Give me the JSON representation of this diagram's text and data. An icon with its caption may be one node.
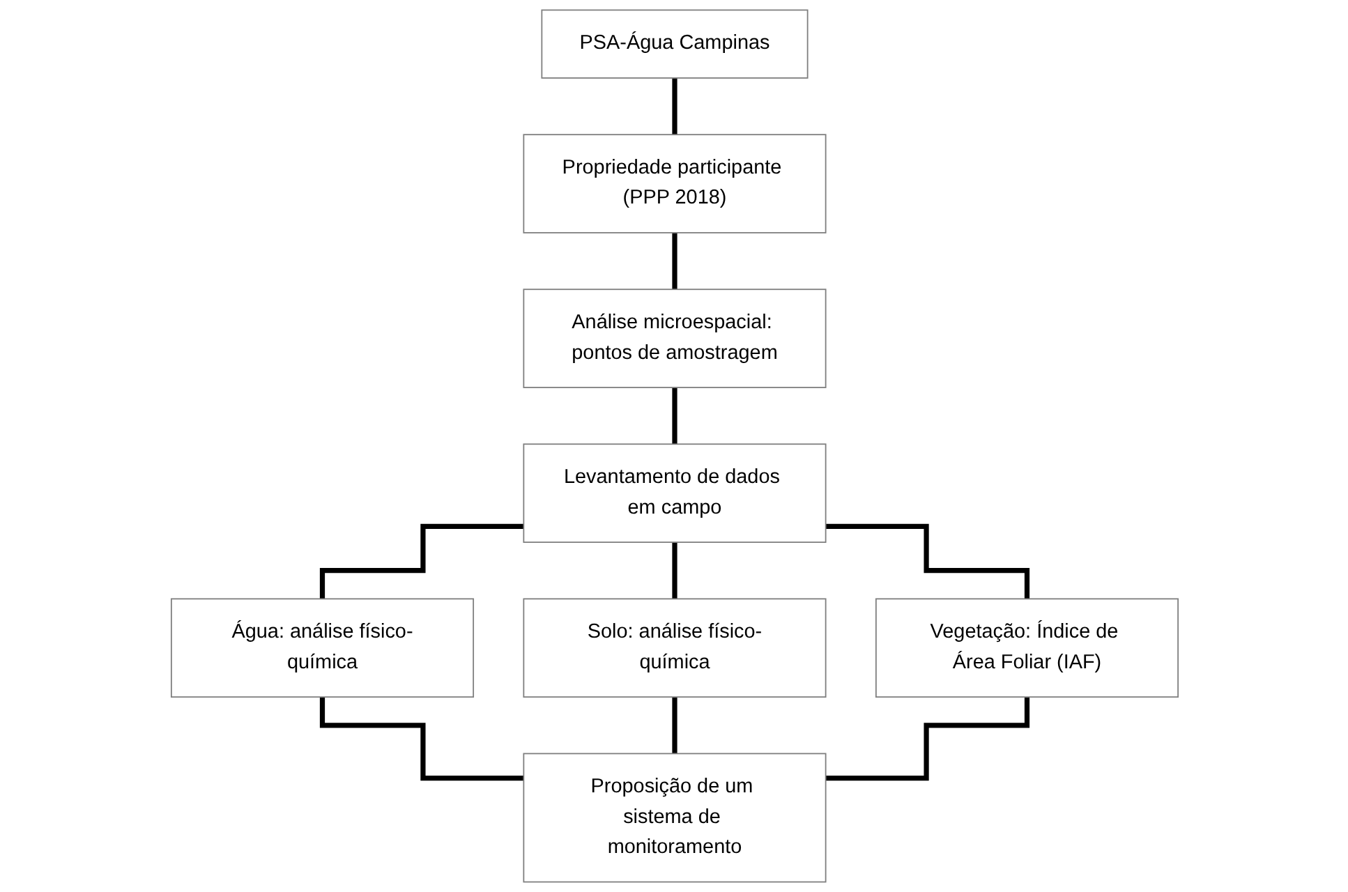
{
  "diagram": {
    "nodes": [
      {
        "text": [
          "PSA-Água Campinas"
        ]
      },
      {
        "text": [
          "Propriedade participante (PPP 2018)"
        ]
      },
      {
        "text": [
          "Análise microespacial: pontos de amostragem"
        ]
      },
      {
        "text": [
          "Levantamento de dados em campo"
        ]
      },
      {
        "text": [
          "Água: análise físico-química"
        ]
      },
      {
        "text": [
          "Solo: análise físico-química"
        ]
      },
      {
        "text": [
          "Vegetação: Índice de Área Foliar (IAF)"
        ]
      },
      {
        "text": [
          "Proposição de um sistema de monitoramento"
        ]
      }
    ],
    "edges": [
      {
        "from": 0,
        "to": 1,
        "arrow": "none"
      },
      {
        "from": 1,
        "to": 2,
        "arrow": "none"
      },
      {
        "from": 2,
        "to": 3,
        "arrow": "none"
      },
      {
        "from": 3,
        "to": 4,
        "arrow": "none"
      },
      {
        "from": 3,
        "to": 5,
        "arrow": "none"
      },
      {
        "from": 3,
        "to": 6,
        "arrow": "none"
      },
      {
        "from": 4,
        "to": 7,
        "arrow": "none"
      },
      {
        "from": 5,
        "to": 7,
        "arrow": "none"
      },
      {
        "from": 6,
        "to": 7,
        "arrow": "none"
      }
    ]
  }
}
